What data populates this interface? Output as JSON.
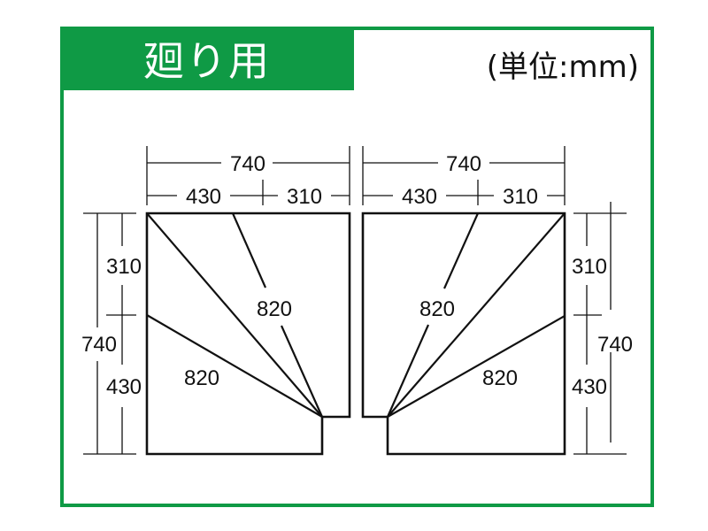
{
  "header": {
    "title": "廻り用",
    "unit_label": "(単位:mm)"
  },
  "colors": {
    "brand_green": "#0f9a45",
    "line": "#111111",
    "background": "#ffffff"
  },
  "left_panel": {
    "top_total": "740",
    "top_left_segment": "430",
    "top_right_segment": "310",
    "side_total": "740",
    "side_top_segment": "310",
    "side_bottom_segment": "430",
    "diagonal_upper": "820",
    "diagonal_lower": "820"
  },
  "right_panel": {
    "top_total": "740",
    "top_left_segment": "430",
    "top_right_segment": "310",
    "side_total": "740",
    "side_top_segment": "310",
    "side_bottom_segment": "430",
    "diagonal_upper": "820",
    "diagonal_lower": "820"
  }
}
